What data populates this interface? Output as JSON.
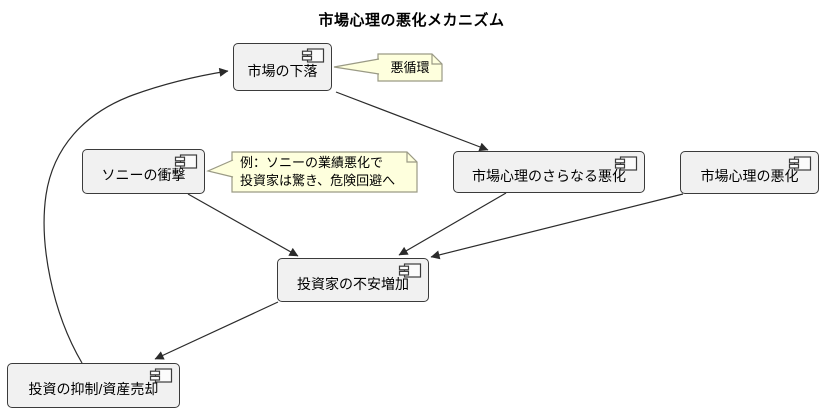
{
  "title": "市場心理の悪化メカニズム",
  "colors": {
    "background": "#ffffff",
    "node_fill": "#f1f1f1",
    "node_border": "#3b3b3b",
    "note_fill": "#feffdd",
    "note_border": "#9a9a85",
    "arrow": "#2b2b2b",
    "text": "#000000"
  },
  "nodes": [
    {
      "id": "market-decline",
      "label": "市場の下落"
    },
    {
      "id": "sony-shock",
      "label": "ソニーの衝撃"
    },
    {
      "id": "sentiment-further-worsening",
      "label": "市場心理のさらなる悪化"
    },
    {
      "id": "sentiment-worsening",
      "label": "市場心理の悪化"
    },
    {
      "id": "investor-anxiety",
      "label": "投資家の不安増加"
    },
    {
      "id": "investment-restraint",
      "label": "投資の抑制/資産売却"
    }
  ],
  "notes": [
    {
      "id": "vicious-cycle",
      "text": "悪循環",
      "attached_to": "market-decline"
    },
    {
      "id": "sony-example",
      "line1": "例：ソニーの業績悪化で",
      "line2": "投資家は驚き、危険回避へ",
      "attached_to": "sony-shock"
    }
  ],
  "edges": [
    {
      "from": "investment-restraint",
      "to": "market-decline",
      "style": "curved"
    },
    {
      "from": "market-decline",
      "to": "sentiment-further-worsening",
      "style": "straight"
    },
    {
      "from": "sony-shock",
      "to": "investor-anxiety",
      "style": "straight"
    },
    {
      "from": "sentiment-further-worsening",
      "to": "investor-anxiety",
      "style": "straight"
    },
    {
      "from": "sentiment-worsening",
      "to": "investor-anxiety",
      "style": "straight"
    },
    {
      "from": "investor-anxiety",
      "to": "investment-restraint",
      "style": "straight"
    }
  ]
}
